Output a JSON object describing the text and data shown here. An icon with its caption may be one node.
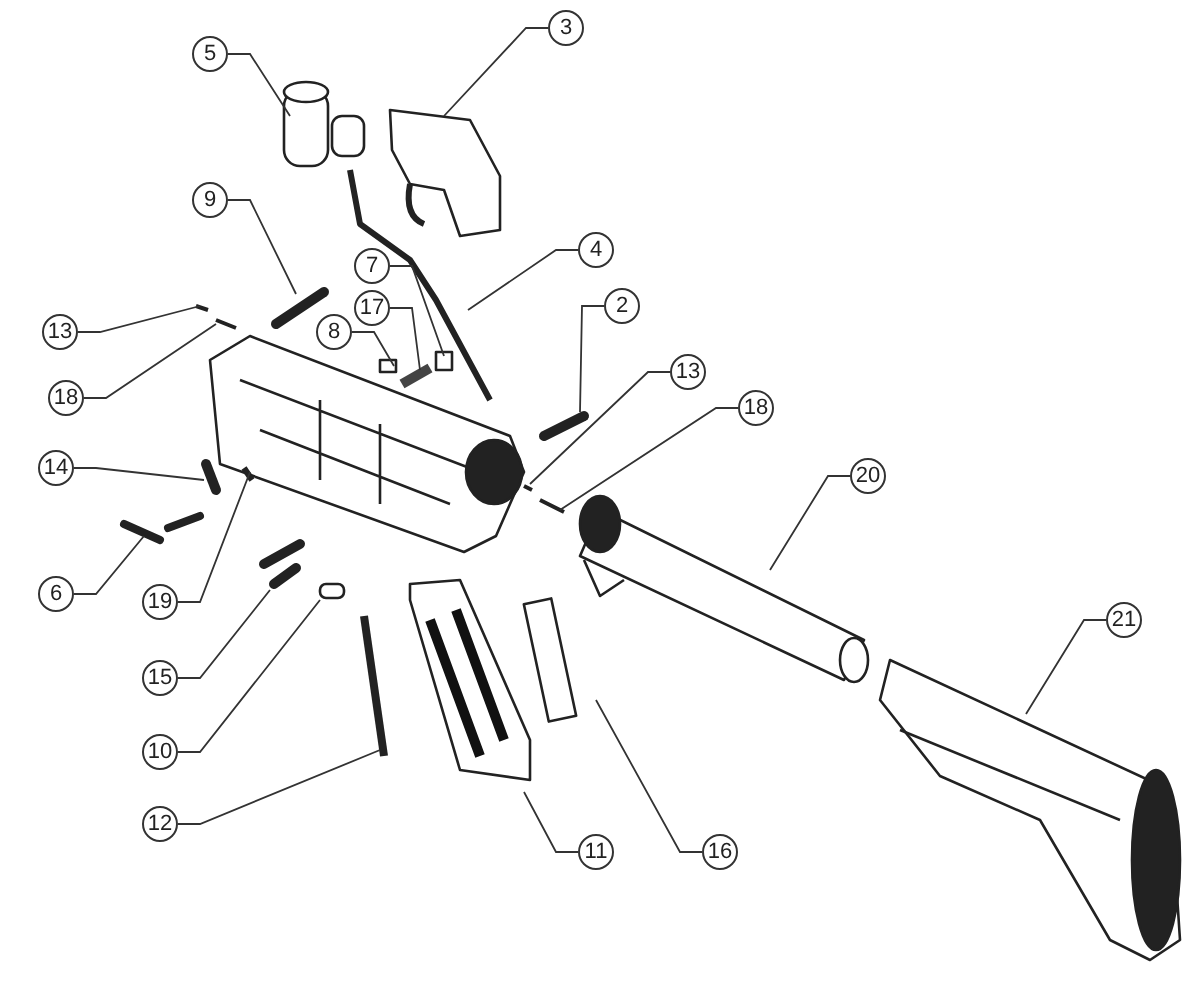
{
  "diagram": {
    "nodes": [
      {
        "text": [
          "5"
        ]
      },
      {
        "text": [
          "3"
        ]
      },
      {
        "text": [
          "9"
        ]
      },
      {
        "text": [
          "7"
        ]
      },
      {
        "text": [
          "4"
        ]
      },
      {
        "text": [
          "13"
        ]
      },
      {
        "text": [
          "17"
        ]
      },
      {
        "text": [
          "8"
        ]
      },
      {
        "text": [
          "2"
        ]
      },
      {
        "text": [
          "13"
        ]
      },
      {
        "text": [
          "18"
        ]
      },
      {
        "text": [
          "18"
        ]
      },
      {
        "text": [
          "20"
        ]
      },
      {
        "text": [
          "14"
        ]
      },
      {
        "text": [
          "6"
        ]
      },
      {
        "text": [
          "19"
        ]
      },
      {
        "text": [
          "15"
        ]
      },
      {
        "text": [
          "10"
        ]
      },
      {
        "text": [
          "12"
        ]
      },
      {
        "text": [
          "11"
        ]
      },
      {
        "text": [
          "16"
        ]
      },
      {
        "text": [
          "21"
        ]
      }
    ],
    "edges": [
      {
        "from": 0,
        "to": null,
        "arrow": "none"
      },
      {
        "from": 1,
        "to": null,
        "arrow": "none"
      },
      {
        "from": 2,
        "to": null,
        "arrow": "none"
      },
      {
        "from": 3,
        "to": null,
        "arrow": "none"
      },
      {
        "from": 4,
        "to": null,
        "arrow": "none"
      },
      {
        "from": 5,
        "to": null,
        "arrow": "none"
      },
      {
        "from": 6,
        "to": null,
        "arrow": "none"
      },
      {
        "from": 7,
        "to": null,
        "arrow": "none"
      },
      {
        "from": 8,
        "to": null,
        "arrow": "none"
      },
      {
        "from": 9,
        "to": null,
        "arrow": "none"
      },
      {
        "from": 10,
        "to": null,
        "arrow": "none"
      },
      {
        "from": 11,
        "to": null,
        "arrow": "none"
      },
      {
        "from": 12,
        "to": null,
        "arrow": "none"
      },
      {
        "from": 13,
        "to": null,
        "arrow": "none"
      },
      {
        "from": 14,
        "to": null,
        "arrow": "none"
      },
      {
        "from": 15,
        "to": null,
        "arrow": "none"
      },
      {
        "from": 16,
        "to": null,
        "arrow": "none"
      },
      {
        "from": 17,
        "to": null,
        "arrow": "none"
      },
      {
        "from": 18,
        "to": null,
        "arrow": "none"
      },
      {
        "from": 19,
        "to": null,
        "arrow": "none"
      },
      {
        "from": 20,
        "to": null,
        "arrow": "none"
      },
      {
        "from": 21,
        "to": null,
        "arrow": "none"
      }
    ]
  }
}
